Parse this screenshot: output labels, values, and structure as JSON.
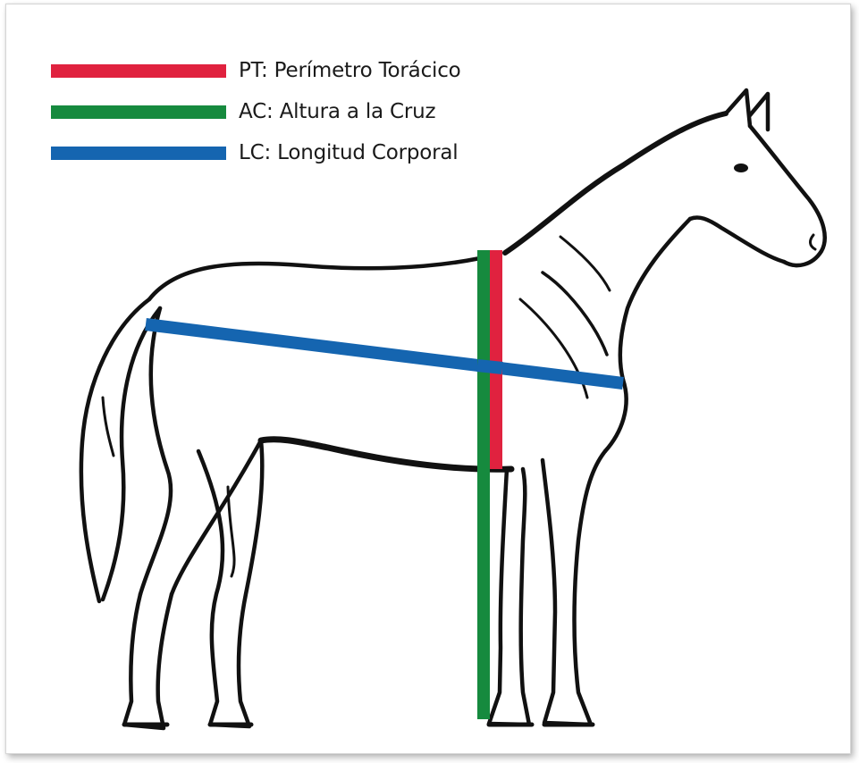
{
  "colors": {
    "background": "#ffffff",
    "outline": "#111111",
    "perimetro_toracico": "#e0223f",
    "altura_cruz": "#168a3e",
    "longitud_corporal": "#1565b0"
  },
  "legend": {
    "items": [
      {
        "label": "PT: Perímetro Torácico",
        "color": "#e0223f"
      },
      {
        "label": "AC: Altura a la Cruz",
        "color": "#168a3e"
      },
      {
        "label": "LC: Longitud Corporal",
        "color": "#1565b0"
      }
    ]
  },
  "icons": [
    "horse-outline"
  ]
}
